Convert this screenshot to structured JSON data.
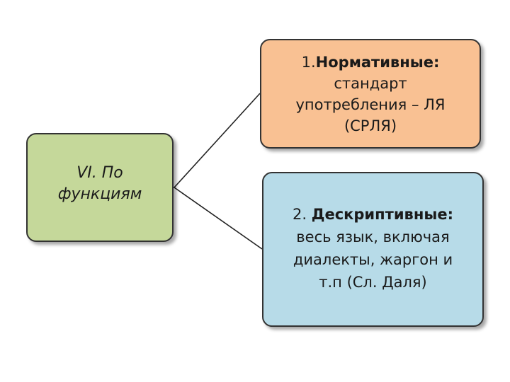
{
  "root": {
    "line1": "VI. По",
    "line2": "функциям"
  },
  "box1": {
    "number": "1.",
    "title": "Нормативные:",
    "line2": "стандарт",
    "line3": "употребления – ЛЯ",
    "line4": "(СРЛЯ)"
  },
  "box2": {
    "number": "2. ",
    "title": "Дескриптивные:",
    "line2": "весь язык, включая",
    "line3": "диалекты, жаргон и",
    "line4": "т.п (Сл. Даля)"
  },
  "colors": {
    "root_fill": "#c5d89a",
    "box1_fill": "#f9c193",
    "box2_fill": "#b7dbe8",
    "stroke": "#333333"
  }
}
